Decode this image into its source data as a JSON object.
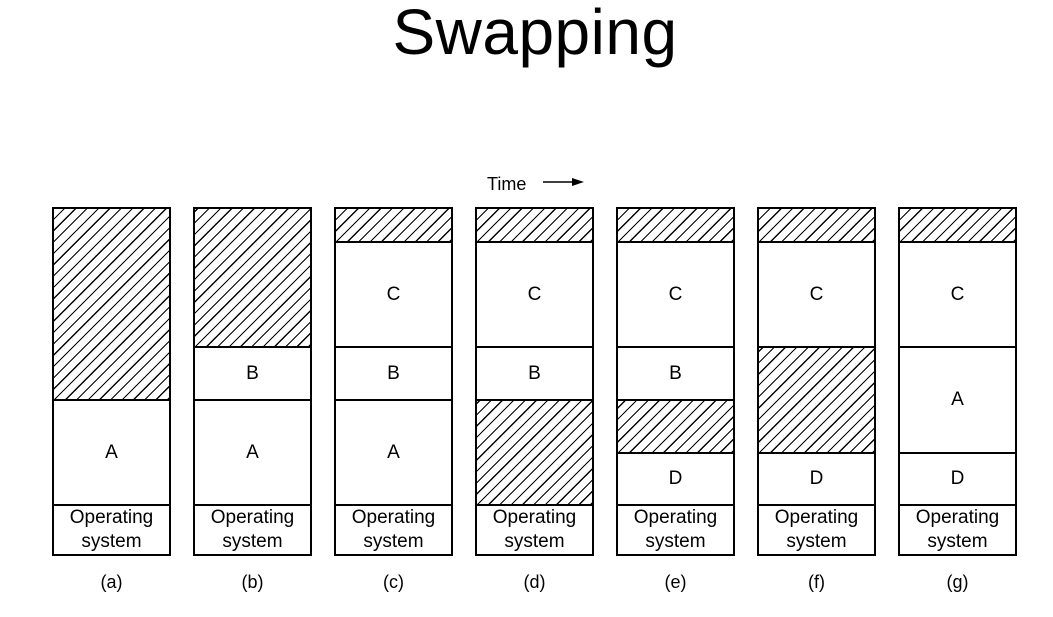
{
  "title": "Swapping",
  "time_label": "Time",
  "os_label_line1": "Operating",
  "os_label_line2": "system",
  "columns": [
    {
      "caption": "(a)",
      "segments": [
        {
          "kind": "free"
        },
        {
          "kind": "process",
          "label": "A"
        }
      ]
    },
    {
      "caption": "(b)",
      "segments": [
        {
          "kind": "free"
        },
        {
          "kind": "process",
          "label": "B"
        },
        {
          "kind": "process",
          "label": "A"
        }
      ]
    },
    {
      "caption": "(c)",
      "segments": [
        {
          "kind": "free"
        },
        {
          "kind": "process",
          "label": "C"
        },
        {
          "kind": "process",
          "label": "B"
        },
        {
          "kind": "process",
          "label": "A"
        }
      ]
    },
    {
      "caption": "(d)",
      "segments": [
        {
          "kind": "free"
        },
        {
          "kind": "process",
          "label": "C"
        },
        {
          "kind": "process",
          "label": "B"
        },
        {
          "kind": "free"
        }
      ]
    },
    {
      "caption": "(e)",
      "segments": [
        {
          "kind": "free"
        },
        {
          "kind": "process",
          "label": "C"
        },
        {
          "kind": "process",
          "label": "B"
        },
        {
          "kind": "free"
        },
        {
          "kind": "process",
          "label": "D"
        }
      ]
    },
    {
      "caption": "(f)",
      "segments": [
        {
          "kind": "free"
        },
        {
          "kind": "process",
          "label": "C"
        },
        {
          "kind": "free"
        },
        {
          "kind": "process",
          "label": "D"
        }
      ]
    },
    {
      "caption": "(g)",
      "segments": [
        {
          "kind": "free"
        },
        {
          "kind": "process",
          "label": "C"
        },
        {
          "kind": "process",
          "label": "A"
        },
        {
          "kind": "process",
          "label": "D"
        }
      ]
    }
  ]
}
